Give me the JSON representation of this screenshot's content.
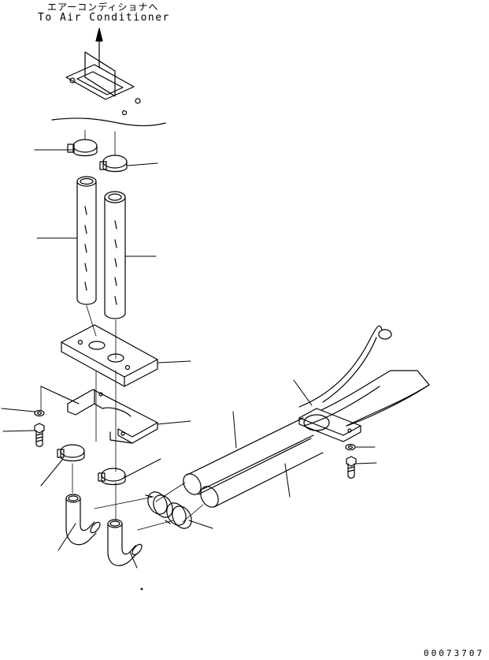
{
  "labels": {
    "japanese": "エアーコンディショナへ",
    "english": "To Air Conditioner",
    "drawing_number": "00073707"
  }
}
